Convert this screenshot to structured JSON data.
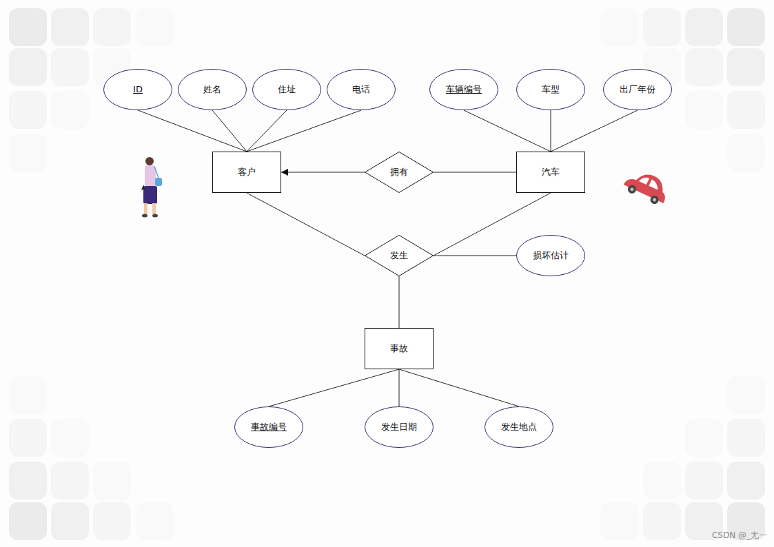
{
  "diagram": {
    "nodes": [
      {
        "text": [
          "ID"
        ]
      },
      {
        "text": [
          "姓名"
        ]
      },
      {
        "text": [
          "住址"
        ]
      },
      {
        "text": [
          "电话"
        ]
      },
      {
        "text": [
          "车辆编号"
        ]
      },
      {
        "text": [
          "车型"
        ]
      },
      {
        "text": [
          "出厂年份"
        ]
      },
      {
        "text": [
          "客户"
        ]
      },
      {
        "text": [
          "拥有"
        ]
      },
      {
        "text": [
          "汽车"
        ]
      },
      {
        "text": [
          "发生"
        ]
      },
      {
        "text": [
          "损坏估计"
        ]
      },
      {
        "text": [
          "事故"
        ]
      },
      {
        "text": [
          "事故编号"
        ]
      },
      {
        "text": [
          "发生日期"
        ]
      },
      {
        "text": [
          "发生地点"
        ]
      }
    ],
    "edges": [
      {
        "from": 0,
        "to": 7,
        "arrow": "none"
      },
      {
        "from": 1,
        "to": 7,
        "arrow": "none"
      },
      {
        "from": 2,
        "to": 7,
        "arrow": "none"
      },
      {
        "from": 3,
        "to": 7,
        "arrow": "none"
      },
      {
        "from": 4,
        "to": 9,
        "arrow": "none"
      },
      {
        "from": 5,
        "to": 9,
        "arrow": "none"
      },
      {
        "from": 6,
        "to": 9,
        "arrow": "none"
      },
      {
        "from": 9,
        "to": 8,
        "arrow": "none"
      },
      {
        "from": 8,
        "to": 7,
        "arrow": "to"
      },
      {
        "from": 7,
        "to": 10,
        "arrow": "none"
      },
      {
        "from": 9,
        "to": 10,
        "arrow": "none"
      },
      {
        "from": 10,
        "to": 11,
        "arrow": "none"
      },
      {
        "from": 10,
        "to": 12,
        "arrow": "none"
      },
      {
        "from": 12,
        "to": 13,
        "arrow": "none"
      },
      {
        "from": 12,
        "to": 14,
        "arrow": "none"
      },
      {
        "from": 12,
        "to": 15,
        "arrow": "none"
      }
    ],
    "labels": [
      "CSDN @_尢一"
    ]
  }
}
